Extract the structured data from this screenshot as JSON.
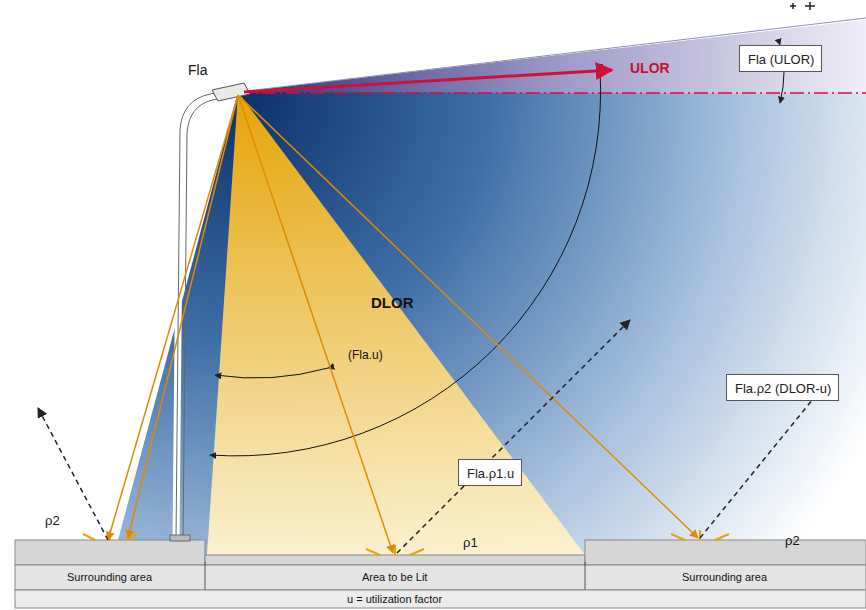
{
  "diagram": {
    "nodes": [
      {
        "text": [
          "Fla (ULOR)"
        ]
      },
      {
        "text": [
          "Fla.ρ1.u"
        ]
      },
      {
        "text": [
          "Fla.ρ2 (DLOR-u)"
        ]
      }
    ],
    "labels": [
      "Fla",
      "ULOR",
      "DLOR",
      "(Fla.u)",
      "ρ2",
      "ρ1",
      "ρ2",
      "Surrounding area",
      "Area to be Lit",
      "Surrounding area",
      "u = utilization factor"
    ]
  }
}
